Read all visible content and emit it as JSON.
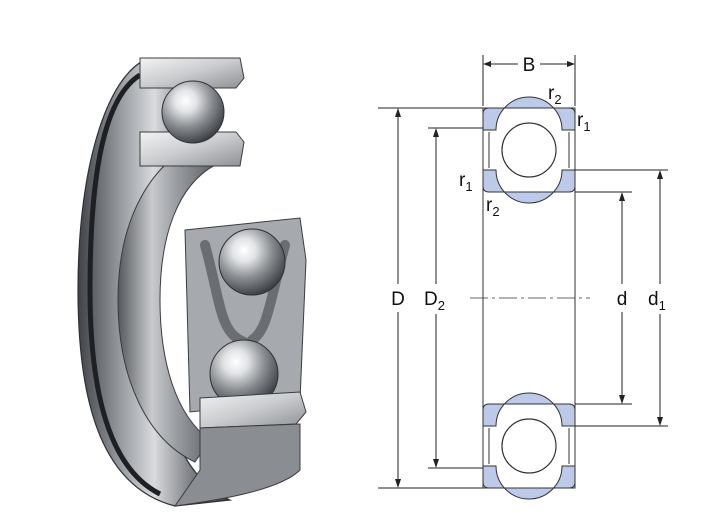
{
  "drawing": {
    "labels": {
      "B": "B",
      "D": "D",
      "D2": "D",
      "D2_sub": "2",
      "d": "d",
      "d1": "d",
      "d1_sub": "1",
      "r2_top": "r",
      "r2_top_sub": "2",
      "r1_right": "r",
      "r1_right_sub": "1",
      "r1_left": "r",
      "r1_left_sub": "1",
      "r2_left": "r",
      "r2_left_sub": "2"
    },
    "colors": {
      "ring_fill": "#bcc9e9",
      "outline": "#333333",
      "dim_line": "#222222",
      "metal_dark": "#4a4d52",
      "metal_light": "#e6e8ea"
    },
    "illustration": "deep-groove-ball-bearing-cutaway"
  }
}
